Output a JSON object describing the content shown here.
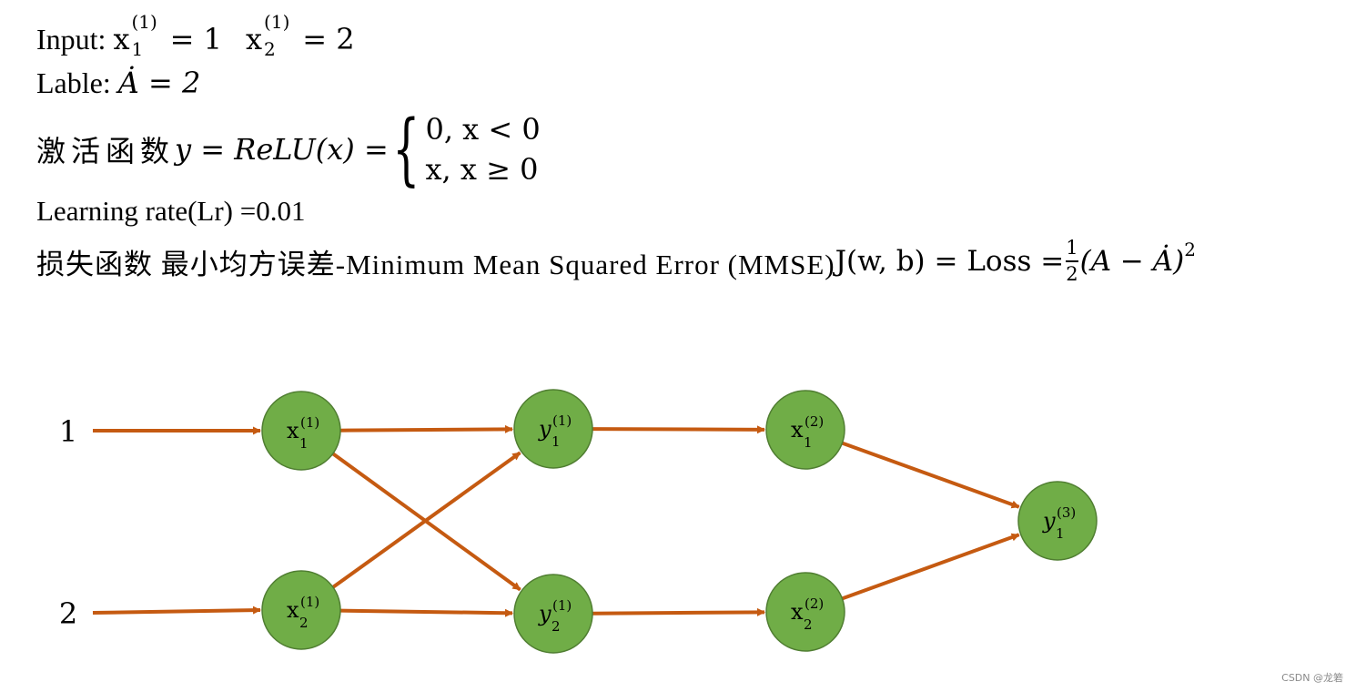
{
  "header": {
    "input_prefix": "Input: ",
    "input_x1": "x",
    "input_x1_sup": "(1)",
    "input_x1_sub": "1",
    "input_x1_val": " = 1",
    "input_x2": "x",
    "input_x2_sup": "(1)",
    "input_x2_sub": "2",
    "input_x2_val": " = 2",
    "label_prefix": "Lable: ",
    "label_value": "Ȧ = 2",
    "activation_label": "激活函数 ",
    "activation_formula": "y = ReLU(x) = ",
    "activation_case1": "0,  x < 0",
    "activation_case2": "x,  x ≥ 0",
    "lr_text": "Learning rate(Lr) =0.01",
    "loss_label": "损失函数 最小均方误差-Minimum Mean Squared Error (MMSE) ",
    "loss_formula_left": "J(w, b) = Loss = ",
    "loss_frac_num": "1",
    "loss_frac_den": "2",
    "loss_formula_right": "(A − Ȧ)",
    "loss_exponent": "2"
  },
  "diagram": {
    "inputs": [
      {
        "id": "in1",
        "label": "1"
      },
      {
        "id": "in2",
        "label": "2"
      }
    ],
    "nodes": [
      {
        "id": "x1_1",
        "base": "x",
        "sub": "1",
        "sup": "(1)"
      },
      {
        "id": "x2_1",
        "base": "x",
        "sub": "2",
        "sup": "(1)"
      },
      {
        "id": "y1_1",
        "base": "y",
        "sub": "1",
        "sup": "(1)"
      },
      {
        "id": "y2_1",
        "base": "y",
        "sub": "2",
        "sup": "(1)"
      },
      {
        "id": "x1_2",
        "base": "x",
        "sub": "1",
        "sup": "(2)"
      },
      {
        "id": "x2_2",
        "base": "x",
        "sub": "2",
        "sup": "(2)"
      },
      {
        "id": "y1_3",
        "base": "y",
        "sub": "1",
        "sup": "(3)"
      }
    ],
    "edges": [
      {
        "from": "in1",
        "to": "x1_1"
      },
      {
        "from": "in2",
        "to": "x2_1"
      },
      {
        "from": "x1_1",
        "to": "y1_1"
      },
      {
        "from": "x1_1",
        "to": "y2_1"
      },
      {
        "from": "x2_1",
        "to": "y1_1"
      },
      {
        "from": "x2_1",
        "to": "y2_1"
      },
      {
        "from": "y1_1",
        "to": "x1_2"
      },
      {
        "from": "y2_1",
        "to": "x2_2"
      },
      {
        "from": "x1_2",
        "to": "y1_3"
      },
      {
        "from": "x2_2",
        "to": "y1_3"
      }
    ],
    "colors": {
      "node_fill": "#70ad47",
      "node_stroke": "#507e32",
      "edge": "#c55a11"
    }
  },
  "watermark": "CSDN @龙箬"
}
